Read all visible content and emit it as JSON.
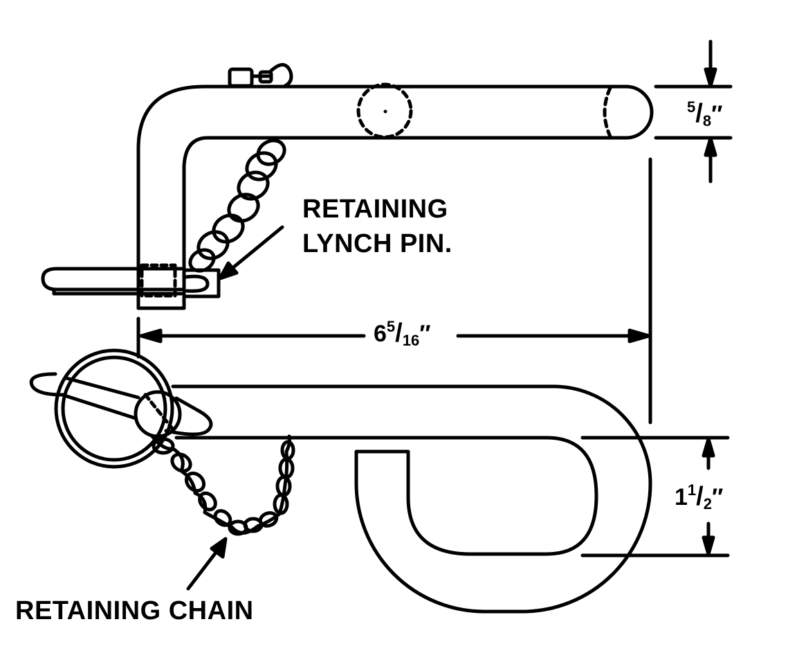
{
  "diagram": {
    "labels": {
      "lynch_pin_line1": "RETAINING",
      "lynch_pin_line2": "LYNCH PIN.",
      "chain": "RETAINING CHAIN"
    },
    "dimensions": {
      "top_gap": {
        "numerator": "5",
        "slash": "/",
        "denominator": "8",
        "mark": "″"
      },
      "length": {
        "whole": "6",
        "numerator": "5",
        "slash": "/",
        "denominator": "16",
        "mark": "″"
      },
      "bend_gap": {
        "whole": "1",
        "numerator": "1",
        "slash": "/",
        "denominator": "2",
        "mark": "″"
      }
    },
    "colors": {
      "ink": "#000000",
      "paper": "#ffffff"
    }
  }
}
